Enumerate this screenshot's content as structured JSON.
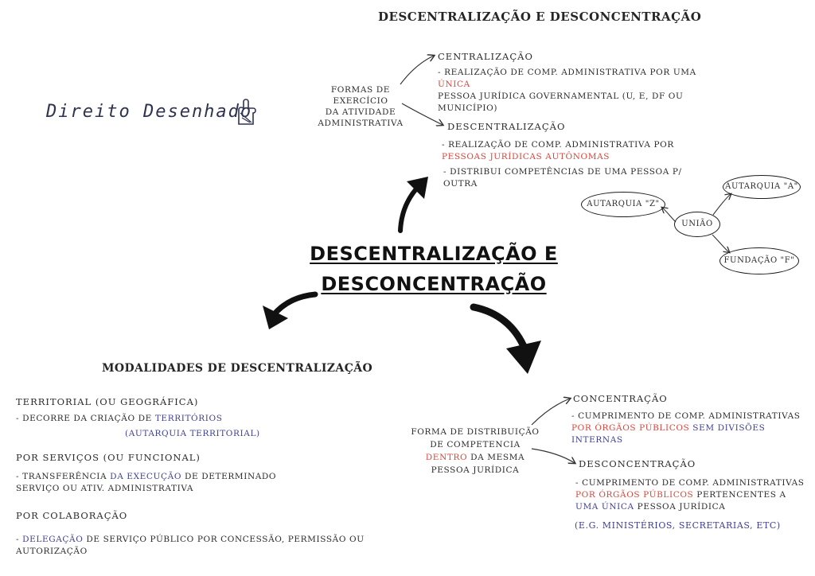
{
  "title": "DESCENTRALIZAÇÃO E DESCONCENTRAÇÃO",
  "brand": "Direito Desenhado",
  "center_title": [
    "DESCENTRALIZAÇÃO E",
    "DESCONCENTRAÇÃO"
  ],
  "formas": [
    "FORMAS DE EXERCÍCIO",
    "DA ATIVIDADE",
    "ADMINISTRATIVA"
  ],
  "centralizacao": {
    "title": "CENTRALIZAÇÃO",
    "desc_a": "- REALIZAÇÃO DE COMP. ADMINISTRATIVA POR UMA ",
    "desc_highlight": "ÚNICA",
    "desc_b": "PESSOA JURÍDICA GOVERNAMENTAL (U, E, DF OU MUNICÍPIO)"
  },
  "descentralizacao": {
    "title": "DESCENTRALIZAÇÃO",
    "desc1_a": "- REALIZAÇÃO DE COMP. ADMINISTRATIVA POR ",
    "desc1_highlight": "PESSOAS JURÍDICAS AUTÔNOMAS",
    "desc2": "- DISTRIBUI COMPETÊNCIAS DE UMA PESSOA P/ OUTRA"
  },
  "diagram_nodes": {
    "z": "AUTARQUIA \"Z\"",
    "uniao": "UNIÃO",
    "a": "AUTARQUIA \"A\"",
    "f": "FUNDAÇÃO \"F\""
  },
  "modalidades": {
    "title": "MODALIDADES DE DESCENTRALIZAÇÃO",
    "territorial": {
      "title": "TERRITORIAL (OU GEOGRÁFICA)",
      "desc_a": "- DECORRE DA CRIAÇÃO DE ",
      "desc_highlight": "TERRITÓRIOS",
      "note": "(AUTARQUIA TERRITORIAL)"
    },
    "servicos": {
      "title": "POR SERVIÇOS (OU FUNCIONAL)",
      "desc_a": "- TRANSFERÊNCIA ",
      "desc_highlight": "DA EXECUÇÃO",
      "desc_b": " DE DETERMINADO SERVIÇO OU ATIV. ADMINISTRATIVA"
    },
    "colaboracao": {
      "title": "POR COLABORAÇÃO",
      "desc_a": "- ",
      "desc_highlight": "DELEGAÇÃO",
      "desc_b": " DE SERVIÇO PÚBLICO POR CONCESSÃO, PERMISSÃO OU AUTORIZAÇÃO"
    }
  },
  "forma_distribuicao": {
    "line1": "FORMA DE DISTRIBUIÇÃO",
    "line2": "DE COMPETENCIA",
    "highlight": "DENTRO",
    "line3_b": " DA MESMA",
    "line4": "PESSOA JURÍDICA"
  },
  "concentracao": {
    "title": "CONCENTRAÇÃO",
    "desc_a": "- CUMPRIMENTO DE COMP. ADMINISTRATIVAS ",
    "desc_highlight": "POR ÓRGÃOS PÚBLICOS",
    "desc_b": " SEM DIVISÕES INTERNAS"
  },
  "desconcentracao": {
    "title": "DESCONCENTRAÇÃO",
    "desc_a": "- CUMPRIMENTO DE COMP. ADMINISTRATIVAS ",
    "desc_highlight": "POR ÓRGÃOS PÚBLICOS",
    "desc_b": " PERTENCENTES A ",
    "desc_highlight2": "UMA ÚNICA",
    "desc_c": " PESSOA JURÍDICA",
    "note": "(E.G. MINISTÉRIOS, SECRETARIAS, ETC)"
  },
  "colors": {
    "red": "#d9453b",
    "blue": "#3e3f95",
    "ink": "#1c1c1c"
  }
}
